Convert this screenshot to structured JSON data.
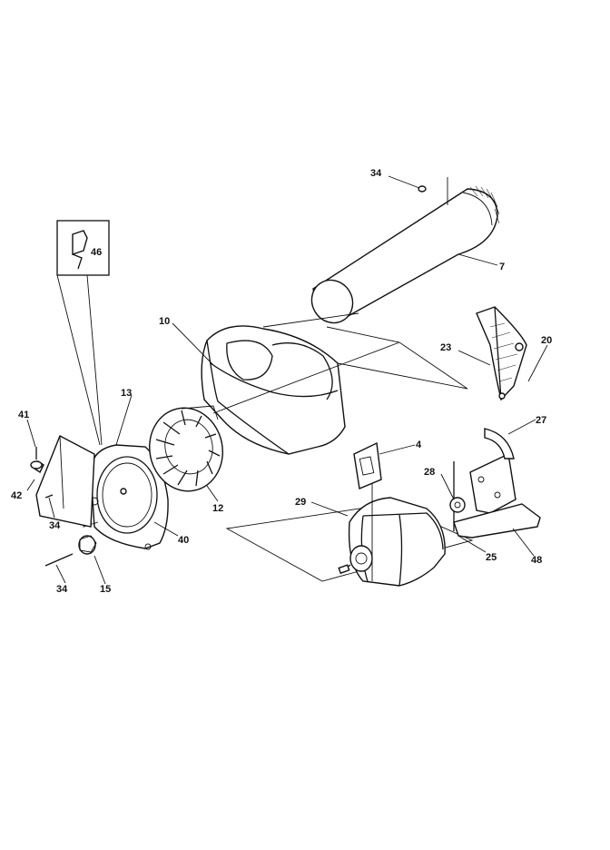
{
  "diagram": {
    "parts": [
      {
        "key": "p34a",
        "label": "34"
      },
      {
        "key": "p7",
        "label": "7"
      },
      {
        "key": "p46",
        "label": "46"
      },
      {
        "key": "p10",
        "label": "10"
      },
      {
        "key": "p23",
        "label": "23"
      },
      {
        "key": "p20",
        "label": "20"
      },
      {
        "key": "p13",
        "label": "13"
      },
      {
        "key": "p41",
        "label": "41"
      },
      {
        "key": "p27",
        "label": "27"
      },
      {
        "key": "p4",
        "label": "4"
      },
      {
        "key": "p42",
        "label": "42"
      },
      {
        "key": "p34b",
        "label": "34"
      },
      {
        "key": "p12",
        "label": "12"
      },
      {
        "key": "p28",
        "label": "28"
      },
      {
        "key": "p29",
        "label": "29"
      },
      {
        "key": "p40",
        "label": "40"
      },
      {
        "key": "p25",
        "label": "25"
      },
      {
        "key": "p48",
        "label": "48"
      },
      {
        "key": "p34c",
        "label": "34"
      },
      {
        "key": "p15",
        "label": "15"
      }
    ]
  }
}
